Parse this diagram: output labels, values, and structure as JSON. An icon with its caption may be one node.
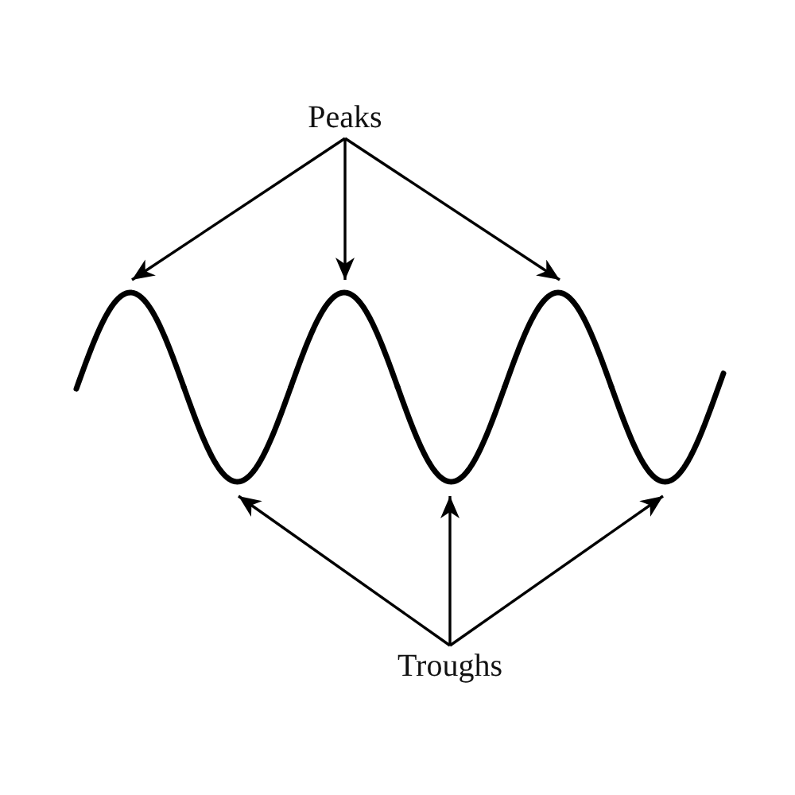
{
  "diagram": {
    "nodes": [
      {
        "text": [
          "Peaks"
        ]
      },
      {
        "text": [],
        "shape": "curve"
      },
      {
        "text": [],
        "shape": "curve"
      },
      {
        "text": [],
        "shape": "curve"
      },
      {
        "text": [],
        "shape": "curve"
      },
      {
        "text": [],
        "shape": "curve"
      },
      {
        "text": [],
        "shape": "curve"
      },
      {
        "text": [
          "Troughs"
        ]
      }
    ],
    "edges": [
      {
        "from": 0,
        "to": 1,
        "arrow": "to"
      },
      {
        "from": 0,
        "to": 2,
        "arrow": "to"
      },
      {
        "from": 0,
        "to": 3,
        "arrow": "to"
      },
      {
        "from": 7,
        "to": 4,
        "arrow": "to"
      },
      {
        "from": 7,
        "to": 5,
        "arrow": "to"
      },
      {
        "from": 7,
        "to": 6,
        "arrow": "to"
      }
    ]
  }
}
